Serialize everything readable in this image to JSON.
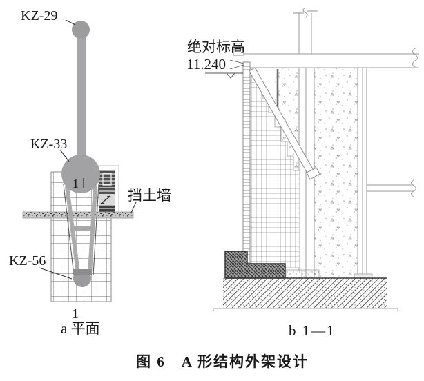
{
  "figure": {
    "caption": "图 6　A 形结构外架设计"
  },
  "plan": {
    "caption": "a 平面",
    "labels": {
      "kz29": "KZ-29",
      "kz33": "KZ-33",
      "kz56": "KZ-56",
      "retaining_wall": "挡土墙"
    },
    "section_mark_top": "1",
    "section_mark_bottom": "1"
  },
  "section": {
    "caption": "b 1—1",
    "elevation_label": "绝对标高",
    "elevation_value": "11.240"
  },
  "colors": {
    "column_gray": "#a3a3a5",
    "leg_gray": "#ababab",
    "stair_dark": "#4f4f4f",
    "drawing_line_gray": "#8f8f8f",
    "leader_line": "#333333",
    "ground_hatch": "#555555"
  }
}
